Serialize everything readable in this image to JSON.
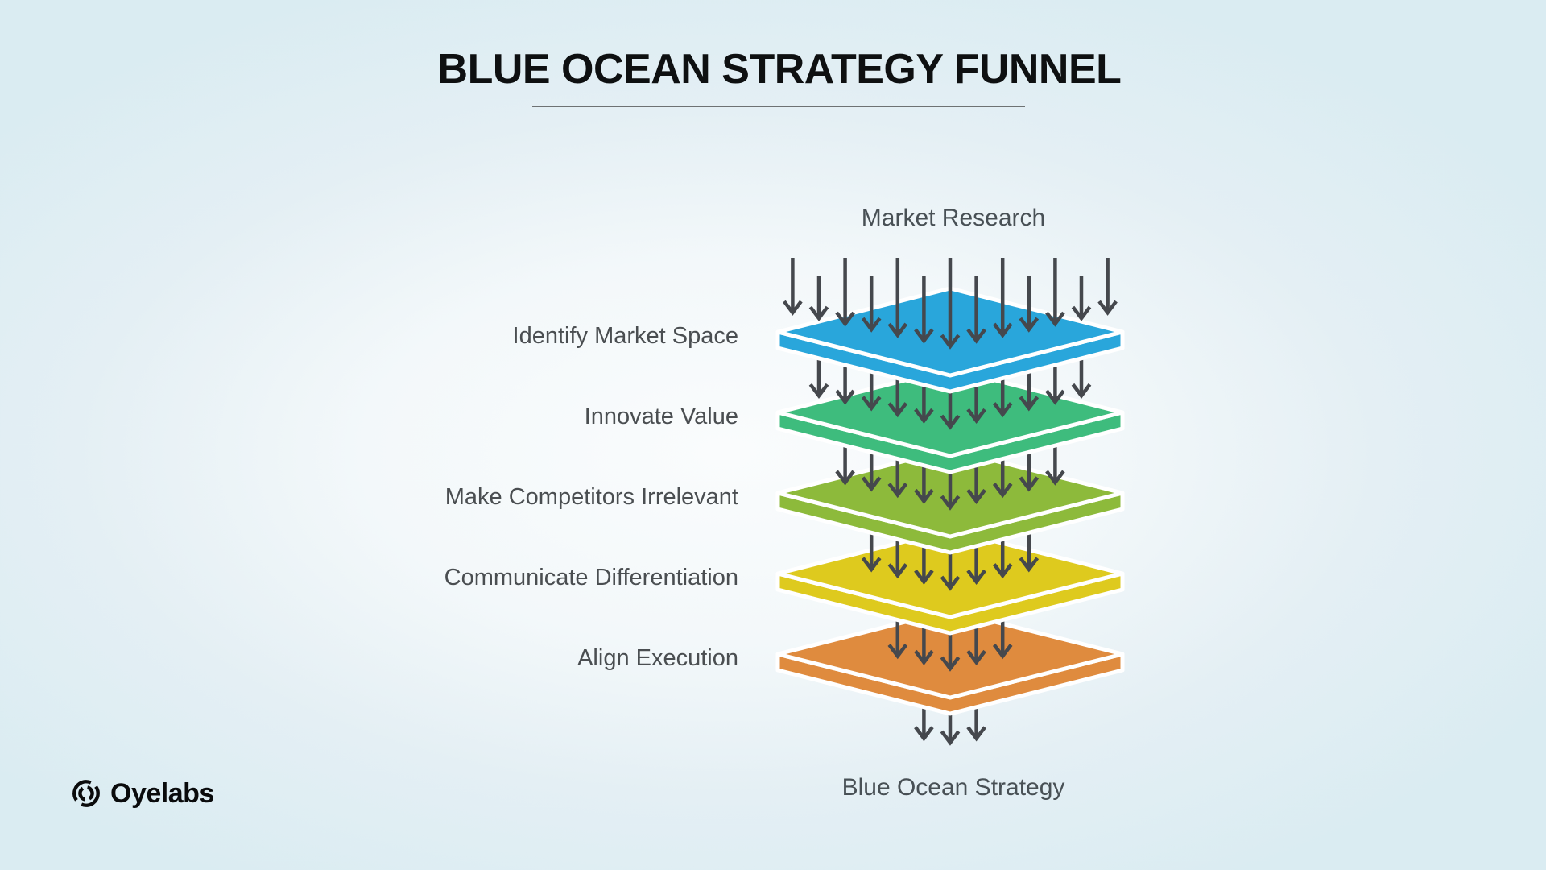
{
  "title": {
    "text": "BLUE OCEAN STRATEGY FUNNEL"
  },
  "funnel": {
    "input_label": "Market Research",
    "output_label": "Blue Ocean Strategy",
    "layers": [
      {
        "label": "Identify Market Space",
        "color": "#29A6DB"
      },
      {
        "label": "Innovate Value",
        "color": "#3EBC7D"
      },
      {
        "label": "Make Competitors Irrelevant",
        "color": "#8DBA3B"
      },
      {
        "label": "Communicate Differentiation",
        "color": "#DECA1E"
      },
      {
        "label": "Align Execution",
        "color": "#DF8B3E"
      }
    ],
    "arrow_counts": [
      13,
      11,
      9,
      7,
      5,
      3
    ],
    "arrow_color": "#45484D",
    "layer_outline_color": "#FFFFFF"
  },
  "logo": {
    "text": "Oyelabs",
    "color": "#0A0B0C"
  },
  "colors": {
    "background_edge": "#DAECF2",
    "background_center": "#F9FCFD",
    "title": "#0E1011",
    "label": "#4A4E51",
    "underline": "#6E7273"
  }
}
